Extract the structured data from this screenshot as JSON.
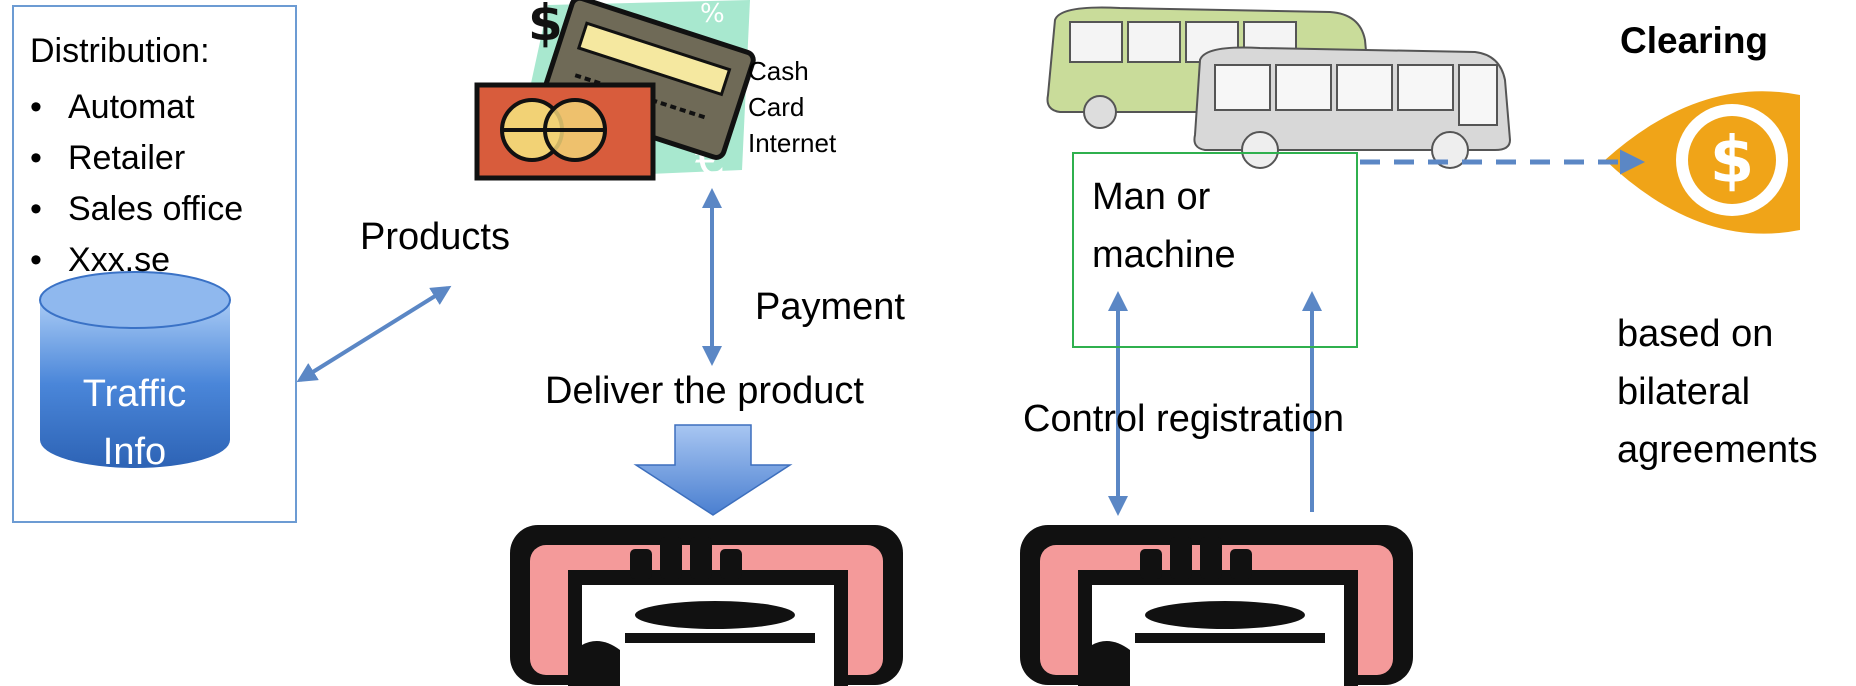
{
  "distribution": {
    "title": "Distribution:",
    "channels": [
      "Automat",
      "Retailer",
      "Sales office",
      "Xxx.se"
    ],
    "database_label_line1": "Traffic",
    "database_label_line2": "Info"
  },
  "labels": {
    "products": "Products",
    "payment": "Payment",
    "deliver": "Deliver the product",
    "control": "Control registration"
  },
  "payment_methods": [
    "Cash",
    "Card",
    "Internet"
  ],
  "validator": {
    "line1": "Man or",
    "line2": "machine"
  },
  "clearing": {
    "title": "Clearing",
    "note": [
      "based on",
      "bilateral",
      "agreements"
    ]
  },
  "colors": {
    "box_border": "#6c9bd3",
    "arrow": "#5b87c5",
    "validator_border": "#2fb04e",
    "database_fill": "#4a86d9",
    "coin_gold": "#f0a418",
    "device_pink": "#f49a9a"
  },
  "icons": [
    "cards-cash-clipart",
    "bus-clipart",
    "currency-eye-icon",
    "device-hand-icon"
  ]
}
